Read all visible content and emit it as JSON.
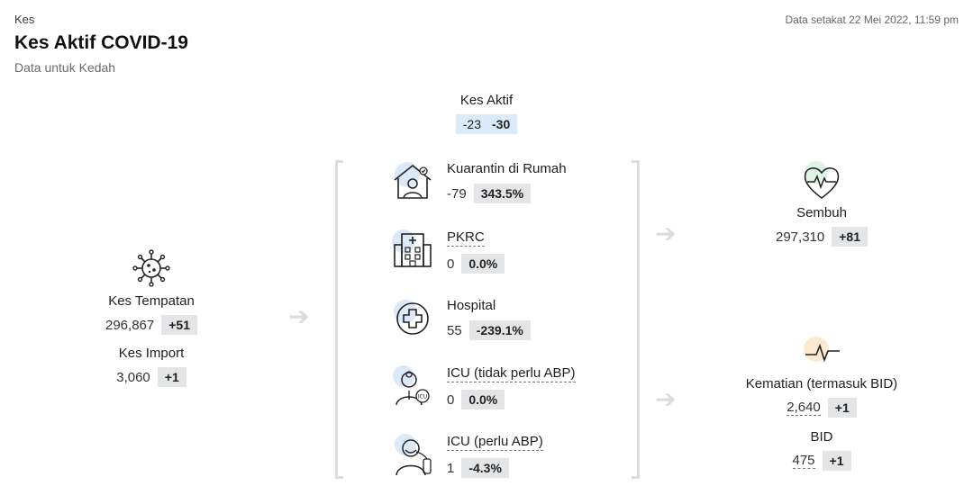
{
  "header": {
    "breadcrumb": "Kes",
    "title": "Kes Aktif COVID-19",
    "subtitle": "Data untuk Kedah",
    "timestamp": "Data setakat 22 Mei 2022, 11:59 pm"
  },
  "active": {
    "label": "Kes Aktif",
    "value": "-23",
    "change": "-30"
  },
  "left": {
    "local": {
      "label": "Kes Tempatan",
      "value": "296,867",
      "change": "+51"
    },
    "import": {
      "label": "Kes Import",
      "value": "3,060",
      "change": "+1"
    }
  },
  "middle": {
    "home": {
      "label": "Kuarantin di Rumah",
      "value": "-79",
      "change": "343.5%"
    },
    "pkrc": {
      "label": "PKRC",
      "value": "0",
      "change": "0.0%"
    },
    "hospital": {
      "label": "Hospital",
      "value": "55",
      "change": "-239.1%"
    },
    "icu_no": {
      "label": "ICU (tidak perlu ABP)",
      "value": "0",
      "change": "0.0%"
    },
    "icu_yes": {
      "label": "ICU (perlu ABP)",
      "value": "1",
      "change": "-4.3%"
    }
  },
  "right": {
    "recovered": {
      "label": "Sembuh",
      "value": "297,310",
      "change": "+81"
    },
    "deaths": {
      "label": "Kematian (termasuk BID)",
      "value": "2,640",
      "change": "+1"
    },
    "bid": {
      "label": "BID",
      "value": "475",
      "change": "+1"
    }
  },
  "icons": {
    "virus": "virus-icon",
    "home": "house-person-icon",
    "pkrc": "building-icon",
    "hospital": "medical-cross-icon",
    "icu_no": "doctor-icu-icon",
    "icu_yes": "patient-ventilator-icon",
    "recovered": "heart-pulse-icon",
    "deaths": "pulse-line-icon",
    "arrow": "arrow-right-icon"
  },
  "colors": {
    "chip": "#e4e5e7",
    "chip_active": "#dbeaf9",
    "icon_blue_bg": "#dbe9f8",
    "icon_green_bg": "#dff4e4",
    "icon_orange_bg": "#fbe9d2",
    "bracket": "#dddddd"
  }
}
